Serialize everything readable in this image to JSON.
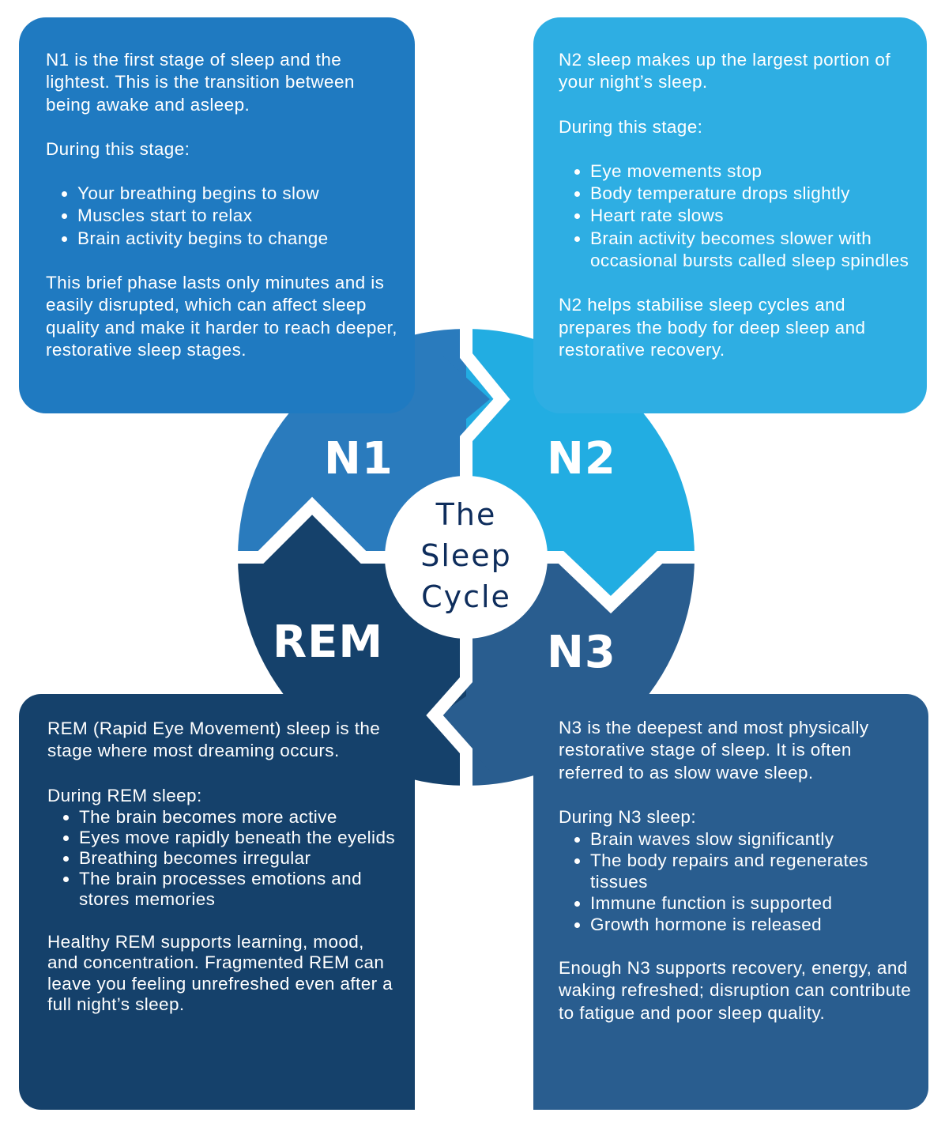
{
  "title": "The Sleep Cycle",
  "center": {
    "line1": "The",
    "line2": "Sleep",
    "line3": "Cycle"
  },
  "colors": {
    "n1": "#1f7ac1",
    "n2": "#2eaee3",
    "n3": "#295d8f",
    "rem": "#15416b",
    "center_text": "#0e2d5c"
  },
  "stages": {
    "n1": {
      "label": "N1",
      "intro": "N1 is the first stage of sleep and the lightest. This is the transition between being awake and asleep.",
      "heading": "During this stage:",
      "bullets": [
        "Your breathing begins to slow",
        "Muscles start to relax",
        "Brain activity begins to change"
      ],
      "summary": "This brief phase lasts only minutes and is easily disrupted, which can affect sleep quality and make it harder to reach deeper, restorative sleep stages."
    },
    "n2": {
      "label": "N2",
      "intro": "N2 sleep makes up the largest portion of your night’s sleep.",
      "heading": "During this stage:",
      "bullets": [
        "Eye movements stop",
        "Body temperature drops slightly",
        "Heart rate slows",
        "Brain activity becomes slower with occasional bursts called sleep spindles"
      ],
      "summary": "N2 helps stabilise sleep cycles and prepares the body for deep sleep and restorative recovery."
    },
    "n3": {
      "label": "N3",
      "intro": "N3 is the deepest and most physically restorative stage of sleep. It is often referred to as slow wave sleep.",
      "heading": "During N3 sleep:",
      "bullets": [
        "Brain waves slow significantly",
        "The body repairs and regenerates tissues",
        "Immune function is supported",
        "Growth hormone is released"
      ],
      "summary": "Enough N3 supports recovery, energy, and waking refreshed; disruption can contribute to fatigue and poor sleep quality."
    },
    "rem": {
      "label": "REM",
      "intro": "REM (Rapid Eye Movement) sleep is the stage where most dreaming occurs.",
      "heading": "During REM sleep:",
      "bullets": [
        "The brain becomes more active",
        "Eyes move rapidly beneath the eyelids",
        "Breathing becomes irregular",
        "The brain processes emotions and stores memories"
      ],
      "summary": "Healthy REM supports learning, mood, and concentration. Fragmented REM can leave you feeling unrefreshed even after a full night’s sleep."
    }
  }
}
